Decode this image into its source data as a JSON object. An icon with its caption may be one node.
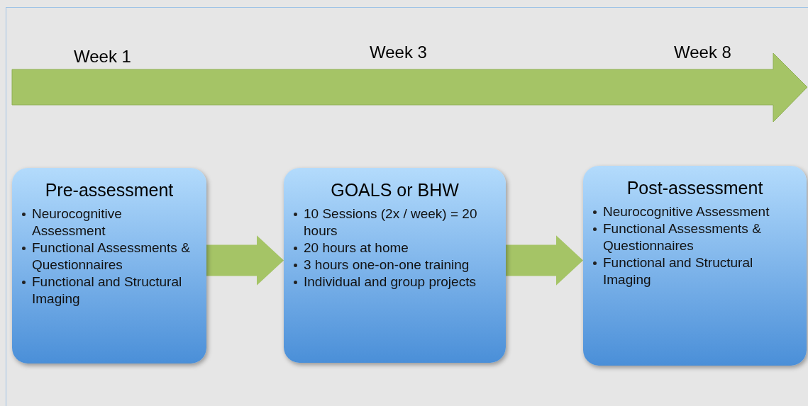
{
  "diagram": {
    "nodes": [
      {
        "text": [
          "Pre-assessment",
          "Neurocognitive Assessment",
          "Functional Assessments & Questionnaires",
          "Functional and Structural Imaging"
        ]
      },
      {
        "text": [
          "GOALS or BHW",
          "10 Sessions (2x / week) = 20 hours",
          "20 hours at home",
          "3 hours one-on-one training",
          "Individual and group projects"
        ]
      },
      {
        "text": [
          "Post-assessment",
          "Neurocognitive Assessment",
          "Functional Assessments & Questionnaires",
          "Functional and Structural Imaging"
        ]
      }
    ],
    "edges": [
      {
        "from": 0,
        "to": 1,
        "arrow": "to",
        "style": "thick"
      },
      {
        "from": 1,
        "to": 2,
        "arrow": "to",
        "style": "thick"
      }
    ],
    "labels": [
      "Week 1",
      "Week 3",
      "Week 8"
    ]
  }
}
